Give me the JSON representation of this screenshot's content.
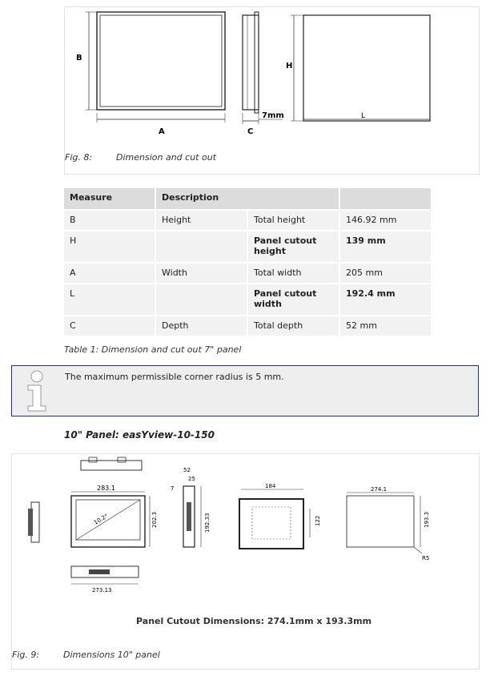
{
  "fig8": {
    "number": "Fig. 8:",
    "text": "Dimension and cut out",
    "labels": {
      "a": "A",
      "b": "B",
      "c": "C",
      "h": "H",
      "l": "L",
      "seven_mm": "7mm"
    }
  },
  "table1": {
    "headers": [
      "Measure",
      "Description",
      ""
    ],
    "rows": [
      {
        "measure": "B",
        "group": "Height",
        "desc": "Total height",
        "value": "146.92 mm",
        "bold": false
      },
      {
        "measure": "H",
        "group": "",
        "desc": "Panel cutout height",
        "value": "139 mm",
        "bold": true
      },
      {
        "measure": "A",
        "group": "Width",
        "desc": "Total width",
        "value": "205 mm",
        "bold": false
      },
      {
        "measure": "L",
        "group": "",
        "desc": "Panel cutout width",
        "value": "192.4 mm",
        "bold": true
      },
      {
        "measure": "C",
        "group": "Depth",
        "desc": "Total depth",
        "value": "52 mm",
        "bold": false
      }
    ],
    "caption": "Table 1: Dimension and cut out 7\" panel"
  },
  "note": {
    "icon": "info-icon",
    "text": "The maximum permissible corner radius is 5 mm."
  },
  "section": {
    "title": "10\" Panel: easYview-10-150"
  },
  "fig9": {
    "number": "Fig. 9:",
    "text": "Dimensions 10\" panel",
    "drawing_title": "Panel Cutout Dimensions: 274.1mm x 193.3mm",
    "dims": {
      "w283": "283.1",
      "h202": "202.3",
      "diag": "10.2\"",
      "w273": "273.13",
      "d52": "52",
      "d25": "25",
      "d7": "7",
      "h192": "192.33",
      "w184": "184",
      "h122": "122",
      "w274": "274.1",
      "h193": "193.3",
      "r5": "R5"
    }
  }
}
